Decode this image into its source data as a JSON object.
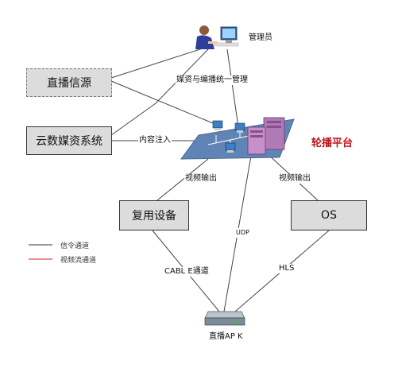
{
  "nodes": {
    "admin": "管理员",
    "live_source": "直播信源",
    "cloud_media": "云数媒资系统",
    "platform": "轮播平台",
    "mux": "复用设备",
    "os": "OS",
    "stb": "直播AP K"
  },
  "edge_labels": {
    "media_mgmt": "媒资与编播统一管理",
    "content_inject": "内容注入",
    "video_out_left": "视频输出",
    "video_out_right": "视频输出",
    "udp": "UDP",
    "cable": "CABL E通道",
    "hls": "HLS"
  },
  "legend": {
    "signal": "信令通道",
    "video": "视频流通道"
  },
  "colors": {
    "signal_line": "#333333",
    "video_line": "#d62020",
    "platform_title": "#c0141c"
  }
}
